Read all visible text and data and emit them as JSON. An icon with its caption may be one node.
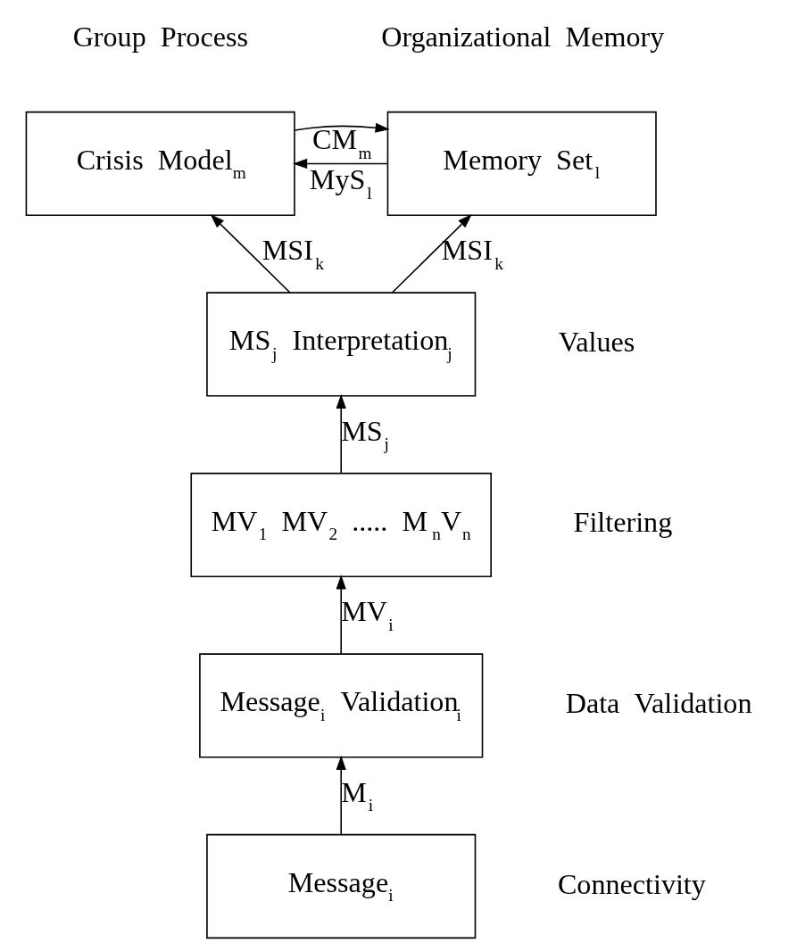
{
  "diagram": {
    "nodes": [
      {
        "text": [
          "Crisis Model$_{m}$"
        ],
        "beside": [
          "Group Process"
        ]
      },
      {
        "text": [
          "Memory Set$_{l}$"
        ],
        "beside": [
          "Organizational Memory"
        ]
      },
      {
        "text": [
          "MS$_{j}$ Interpretation$_{j}$"
        ],
        "beside": [
          "Values"
        ]
      },
      {
        "text": [
          "MV$_{1}$ MV$_{2}$ ..... M$_{n}$V$_{n}$"
        ],
        "beside": [
          "Filtering"
        ]
      },
      {
        "text": [
          "Message$_{i}$ Validation$_{i}$"
        ],
        "beside": [
          "Data Validation"
        ]
      },
      {
        "text": [
          "Message$_{i}$"
        ],
        "beside": [
          "Connectivity"
        ]
      }
    ],
    "edges": [
      {
        "from": 1,
        "to": 0,
        "arrow": "to",
        "label": "MyS$_{l}$"
      },
      {
        "from": 0,
        "to": 1,
        "arrow": "to",
        "label": "CM$_{m}$"
      },
      {
        "from": 2,
        "to": 0,
        "arrow": "to",
        "label": "MSI$_{k}$"
      },
      {
        "from": 2,
        "to": 1,
        "arrow": "to",
        "label": "MSI$_{k}$"
      },
      {
        "from": 3,
        "to": 2,
        "arrow": "to",
        "label": "MS$_{j}$"
      },
      {
        "from": 4,
        "to": 3,
        "arrow": "to",
        "label": "MV$_{i}$"
      },
      {
        "from": 5,
        "to": 4,
        "arrow": "to",
        "label": "M$_{i}$"
      }
    ]
  }
}
